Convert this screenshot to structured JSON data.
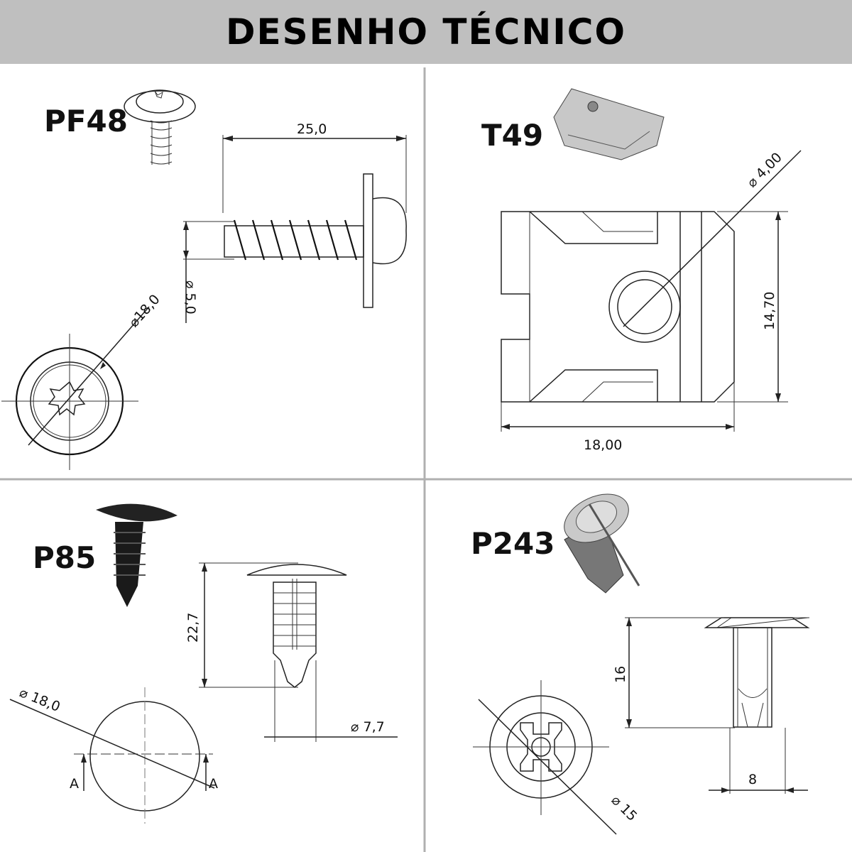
{
  "header": {
    "title": "DESENHO TÉCNICO"
  },
  "parts": [
    {
      "code": "PF48",
      "dimensions": {
        "length": "25,0",
        "shank_diameter": "5,0",
        "head_diameter": "18,0"
      }
    },
    {
      "code": "T49",
      "dimensions": {
        "hole_diameter": "4,00",
        "height": "14,70",
        "width": "18,00"
      }
    },
    {
      "code": "P85",
      "dimensions": {
        "length": "22,7",
        "head_diameter": "18,0",
        "shank_diameter": "7,7",
        "section_left": "A",
        "section_right": "A"
      }
    },
    {
      "code": "P243",
      "dimensions": {
        "height": "16",
        "width": "8",
        "diameter": "15"
      }
    }
  ],
  "diameter_symbol": "⌀",
  "colors": {
    "header_bg": "#bfbfbf",
    "divider": "#b0b0b0",
    "line": "#222222"
  }
}
